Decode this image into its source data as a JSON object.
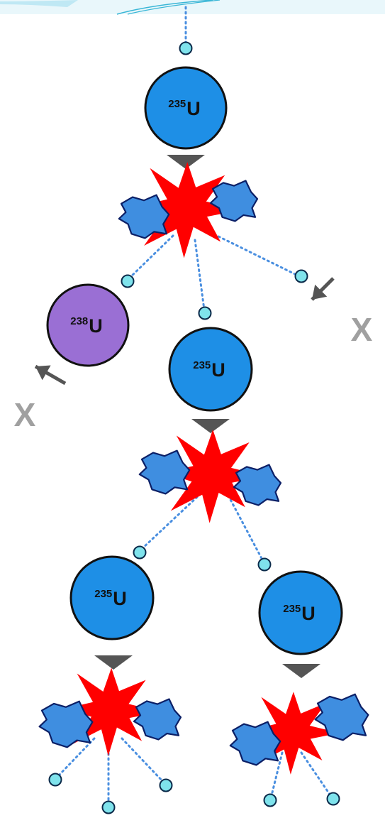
{
  "colors": {
    "u235_fill": "#1e8fe6",
    "u238_fill": "#9a6fd4",
    "neutron_fill": "#7fe3ec",
    "neutron_path": "#4a8fe0",
    "fission_flash": "#ff0000",
    "fragment_fill": "#3f8ee0",
    "arrow": "#555555",
    "blocked_x": "#a0a0a0",
    "top_banner": "#e9f7fb"
  },
  "nuclei": [
    {
      "mass": "235",
      "symbol": "U",
      "isotope": "u235"
    },
    {
      "mass": "238",
      "symbol": "U",
      "isotope": "u238"
    },
    {
      "mass": "235",
      "symbol": "U",
      "isotope": "u235"
    },
    {
      "mass": "235",
      "symbol": "U",
      "isotope": "u235"
    },
    {
      "mass": "235",
      "symbol": "U",
      "isotope": "u235"
    }
  ],
  "blocked_marks": [
    "X",
    "X"
  ],
  "icons": {
    "neutron": "neutron-icon",
    "arrow": "arrow-down-icon",
    "fission": "fission-burst-icon",
    "fragment": "fission-fragment-icon"
  }
}
